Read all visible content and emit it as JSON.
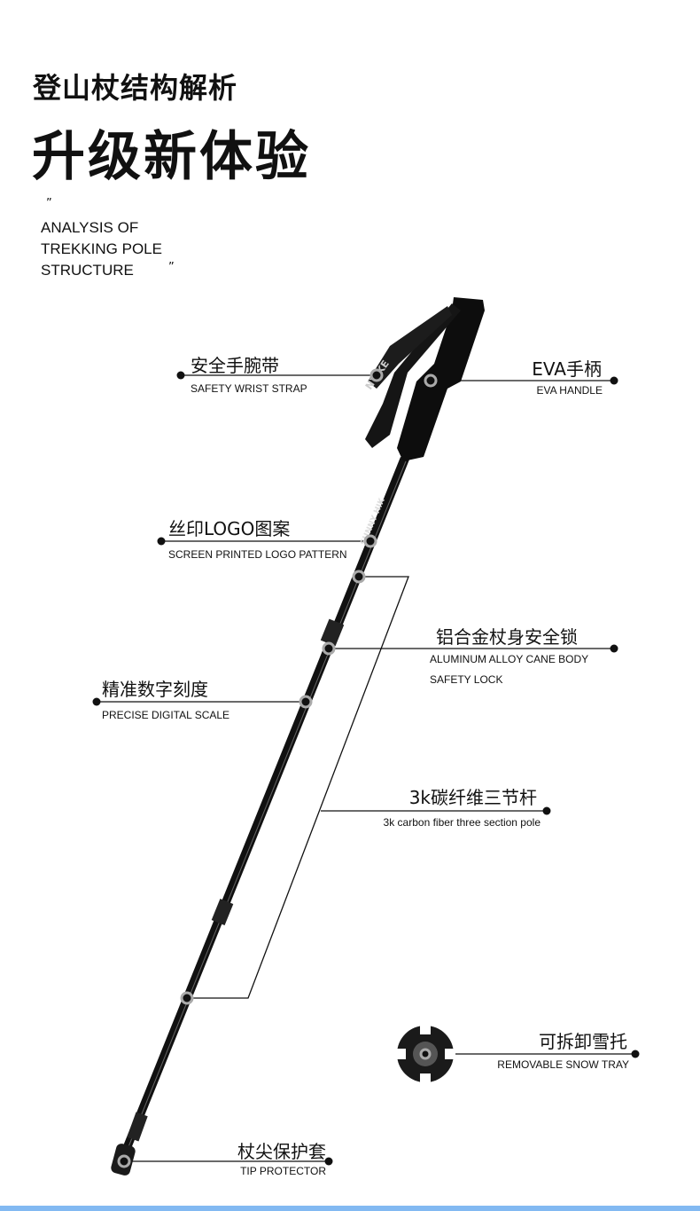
{
  "header": {
    "title": "登山杖结构解析",
    "headline": "升级新体验",
    "open_quote": "”",
    "subtitle_lines": [
      "ANALYSIS OF",
      "TREKKING POLE",
      "STRUCTURE"
    ],
    "close_quote": "”"
  },
  "callouts": [
    {
      "cn": "安全手腕带",
      "en": "SAFETY  WRIST STRAP"
    },
    {
      "cn": "EVA手柄",
      "en": "EVA HANDLE"
    },
    {
      "cn": "丝印LOGO图案",
      "en": "SCREEN PRINTED LOGO PATTERN"
    },
    {
      "cn": "铝合金杖身安全锁",
      "en": "ALUMINUM ALLOY CANE BODY",
      "en2": "SAFETY LOCK"
    },
    {
      "cn": "精准数字刻度",
      "en": "PRECISE DIGITAL SCALE"
    },
    {
      "cn": "3k碳纤维三节杆",
      "en": "3k carbon fiber three section pole"
    },
    {
      "cn": "可拆卸雪托",
      "en": "REMOVABLE SNOW TRAY"
    },
    {
      "cn": "杖尖保护套",
      "en": "TIP PROTECTOR"
    }
  ],
  "product": {
    "strap_brand": "NYIKE",
    "shaft_brand": "SUNNY HIK"
  },
  "colors": {
    "accent_bar": "#82b9f2",
    "line": "#111111"
  }
}
